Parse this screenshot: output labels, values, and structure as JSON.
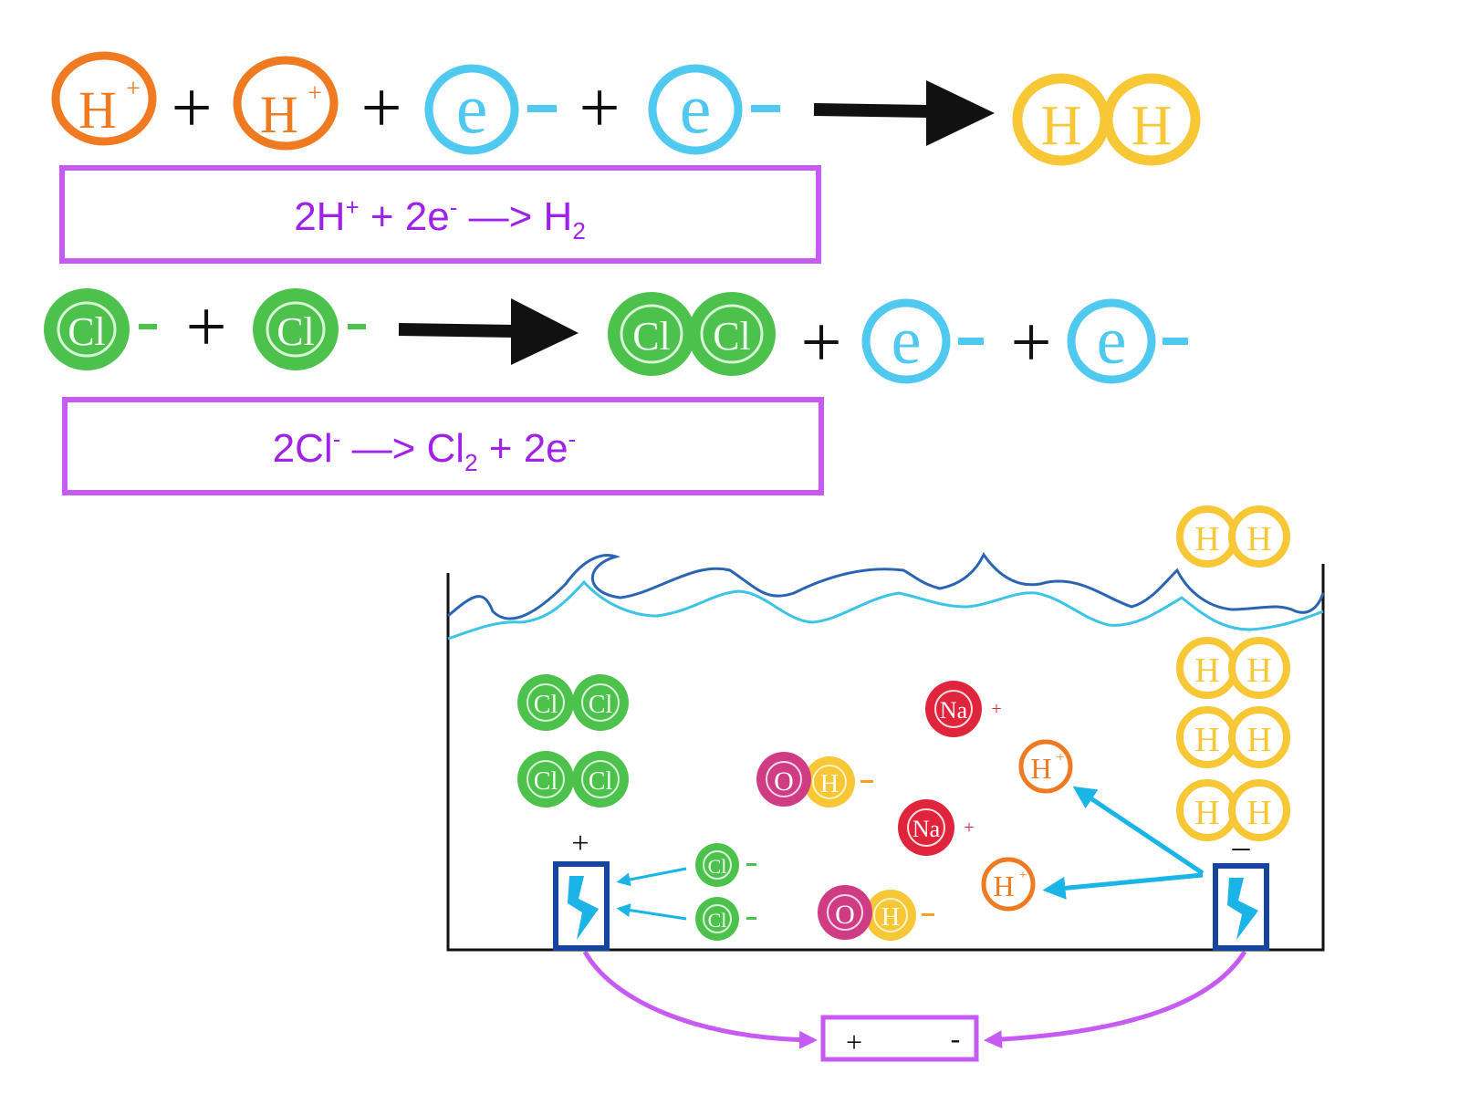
{
  "colors": {
    "hydrogen_ion": "#f07a22",
    "electron": "#4fc9f0",
    "hydrogen_atom": "#f7c735",
    "chlorine": "#4cc24c",
    "sodium": "#e0243c",
    "oxygen": "#d03c84",
    "box": "#c65af2",
    "equation_text": "#a022e8",
    "arrow": "#111111",
    "ion_arrow": "#1ab4e6",
    "water_dark": "#2a64b4",
    "water_light": "#3cc4e6",
    "electrode": "#14469c",
    "electrode_bolt": "#1ab4e6",
    "wire": "#c65af2"
  },
  "symbols": {
    "h": "H",
    "h_ion": "H",
    "plus_sup": "+",
    "e": "e",
    "minus": "-",
    "cl": "Cl",
    "na": "Na",
    "o": "O",
    "plus": "+"
  },
  "equation_1": {
    "pre": "2H",
    "sup1": "+",
    "mid": " + 2e",
    "sup2": "-",
    "arrow": " —> H",
    "sub": "2"
  },
  "equation_2": {
    "pre": "2Cl",
    "sup1": "-",
    "mid": " —> Cl",
    "sub": "2",
    "post": " + 2e",
    "sup2": "-"
  },
  "electrodes": {
    "anode_label": "+",
    "cathode_label": "–"
  },
  "battery": {
    "positive": "+",
    "negative": "-"
  },
  "icons": [
    "arrow-right-icon",
    "lightning-bolt-icon",
    "battery-icon"
  ]
}
